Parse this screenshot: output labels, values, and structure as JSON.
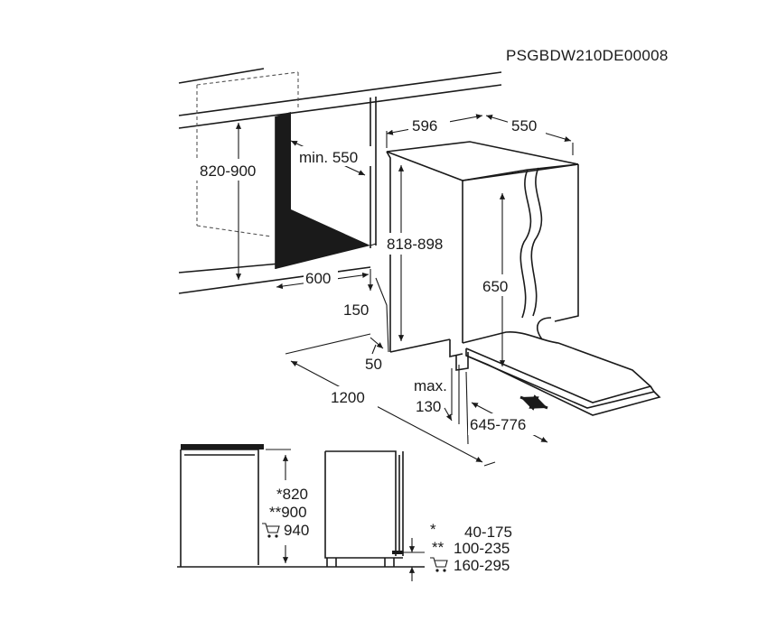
{
  "doc_code": "PSGBDW210DE00008",
  "dims": {
    "niche_height": "820-900",
    "min_depth": "min. 550",
    "niche_width": "600",
    "appliance_width": "596",
    "appliance_depth": "550",
    "appliance_height": "818-898",
    "door_height": "650",
    "plinth_150": "150",
    "plinth_50": "50",
    "door_swing": "1200",
    "max_label": "max.",
    "max_value": "130",
    "door_range": "645-776"
  },
  "bottom": {
    "heights": {
      "star1": "*820",
      "star2": "**900",
      "cart": "940"
    },
    "legend": [
      {
        "symbol": "*",
        "value": "40-175"
      },
      {
        "symbol": "**",
        "value": "100-235"
      },
      {
        "symbol": "cart-icon",
        "value": "160-295"
      }
    ]
  }
}
